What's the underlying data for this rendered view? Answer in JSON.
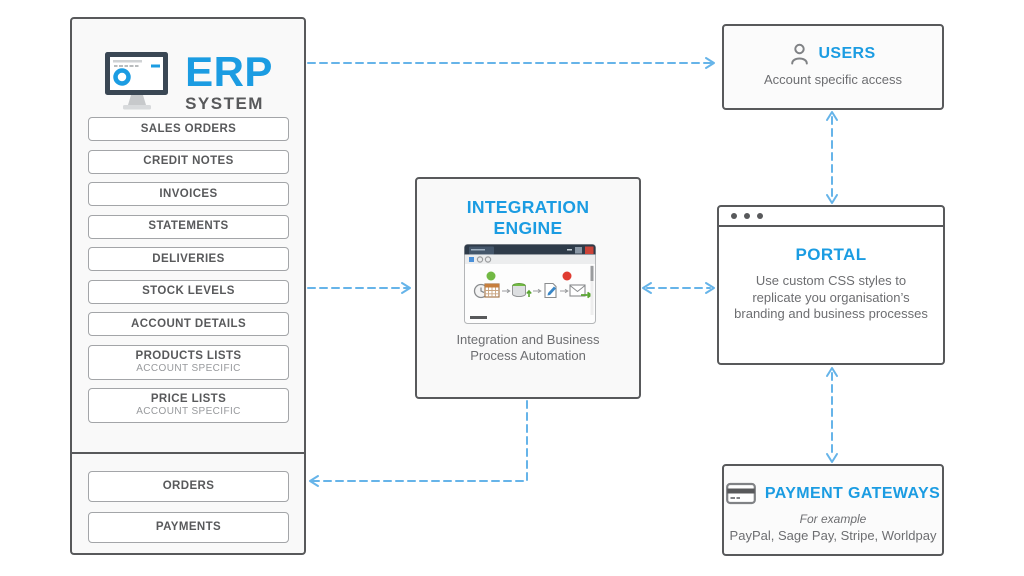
{
  "colors": {
    "accent_blue": "#1b9ce2",
    "arrow_blue": "#66b4e9",
    "border_gray": "#58595b",
    "item_border_gray": "#a3a5a8",
    "text_gray": "#6d6e71",
    "text_sub_gray": "#97999c",
    "status_green": "#72b944",
    "status_red": "#e03c31"
  },
  "icons": {
    "erp": "monitor-icon",
    "users": "person-icon",
    "payments": "credit-card-icon",
    "integration": "workflow-window-graphic"
  },
  "erp": {
    "title": "ERP",
    "subtitle": "SYSTEM",
    "items": [
      {
        "label": "SALES ORDERS"
      },
      {
        "label": "CREDIT NOTES"
      },
      {
        "label": "INVOICES"
      },
      {
        "label": "STATEMENTS"
      },
      {
        "label": "DELIVERIES"
      },
      {
        "label": "STOCK LEVELS"
      },
      {
        "label": "ACCOUNT DETAILS"
      },
      {
        "label": "PRODUCTS LISTS",
        "sublabel": "ACCOUNT SPECIFIC"
      },
      {
        "label": "PRICE LISTS",
        "sublabel": "ACCOUNT SPECIFIC"
      }
    ],
    "bottom_items": [
      {
        "label": "ORDERS"
      },
      {
        "label": "PAYMENTS"
      }
    ]
  },
  "integration": {
    "title": "INTEGRATION ENGINE",
    "caption": "Integration and Business Process Automation"
  },
  "users": {
    "title": "USERS",
    "caption": "Account specific access"
  },
  "portal": {
    "title": "PORTAL",
    "caption": "Use custom CSS styles to replicate you organisation’s branding and business processes"
  },
  "payments": {
    "title": "PAYMENT GATEWAYS",
    "example_label": "For example",
    "providers": "PayPal, Sage Pay, Stripe, Worldpay"
  }
}
